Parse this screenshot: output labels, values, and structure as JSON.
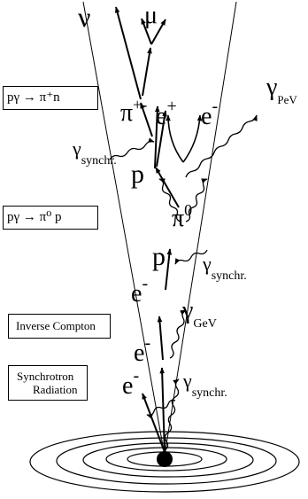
{
  "boxes": {
    "pgamma_pion_plus": "pγ → π⁺n",
    "pgamma_pion_zero": "pγ → π⁰ p",
    "inverse_compton": "Inverse Compton",
    "synchrotron_line1": "Synchrotron",
    "synchrotron_line2": "Radiation"
  },
  "labels": {
    "nu": "ν",
    "mu": "μ",
    "pion_pm": "π",
    "pion_pm_sup": "+-",
    "e_plus": "e",
    "e_plus_sup": "+",
    "e_minus_top": "e",
    "e_minus_top_sup": "-",
    "gamma_pev": "γ",
    "gamma_pev_sub": "PeV",
    "gamma_synchr_top": "γ",
    "gamma_synchr_top_sub": "synchr.",
    "p_upper": "p",
    "pion_zero": "π",
    "pion_zero_sup": "0",
    "p_lower": "p",
    "gamma_synchr_mid": "γ",
    "gamma_synchr_mid_sub": "synchr.",
    "e_minus_mid": "e",
    "e_minus_mid_sup": "-",
    "gamma_gev": "γ",
    "gamma_gev_sub": "GeV",
    "e_minus_low": "e",
    "e_minus_low_sup": "-",
    "e_minus_bottom": "e",
    "e_minus_bottom_sup": "-",
    "gamma_synchr_bottom": "γ",
    "gamma_synchr_bottom_sub": "synchr."
  }
}
